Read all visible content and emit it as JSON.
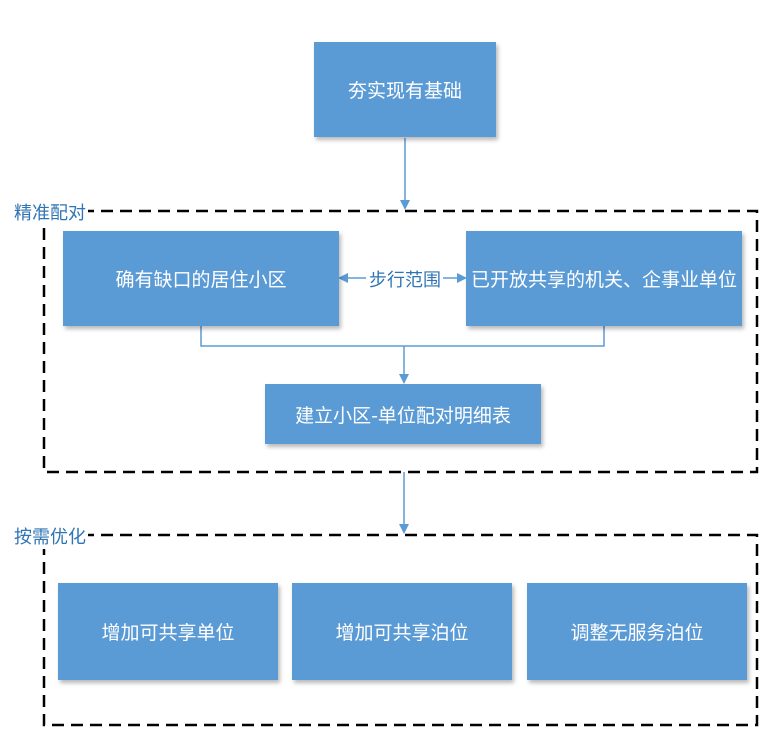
{
  "colors": {
    "box_fill": "#5b9bd5",
    "connector": "#5b9bd5",
    "group_border": "#000000",
    "group_title": "#2f75b5"
  },
  "nodes": {
    "foundation": "夯实现有基础",
    "community": "确有缺口的居住小区",
    "units": "已开放共享的机关、企事业单位",
    "pairing_table": "建立小区-单位配对明细表",
    "add_shared_units": "增加可共享单位",
    "add_shared_parking": "增加可共享泊位",
    "adjust_parking": "调整无服务泊位"
  },
  "groups": {
    "precise_pairing": "精准配对",
    "on_demand": "按需优化"
  },
  "edges": {
    "walking_range": "步行范围"
  }
}
